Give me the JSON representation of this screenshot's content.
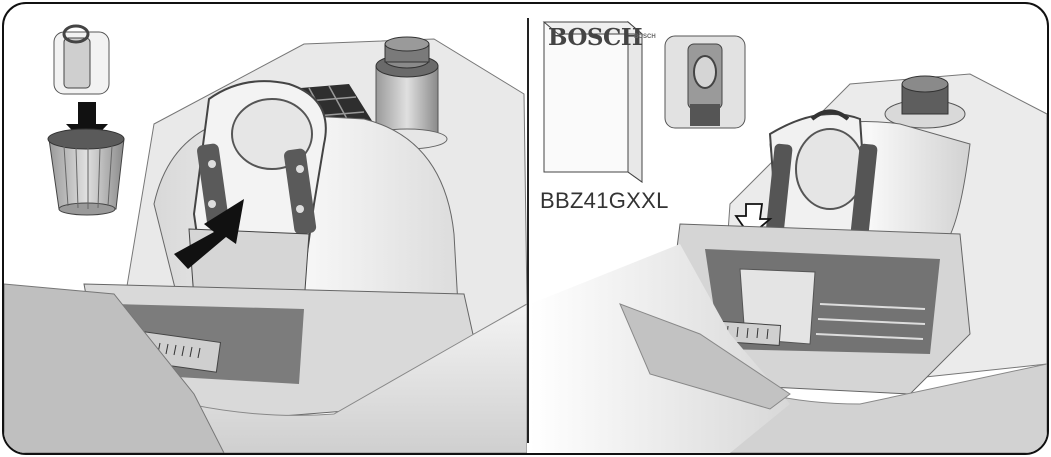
{
  "box": {
    "brand": "BOSCH",
    "side_brand": "BOSCH"
  },
  "model": "BBZ41GXXL",
  "colors": {
    "frame": "#111111",
    "body": "#f2f2f2",
    "shade": "#c8c8c8",
    "dark": "#3a3a3a",
    "arrow": "#111111"
  }
}
